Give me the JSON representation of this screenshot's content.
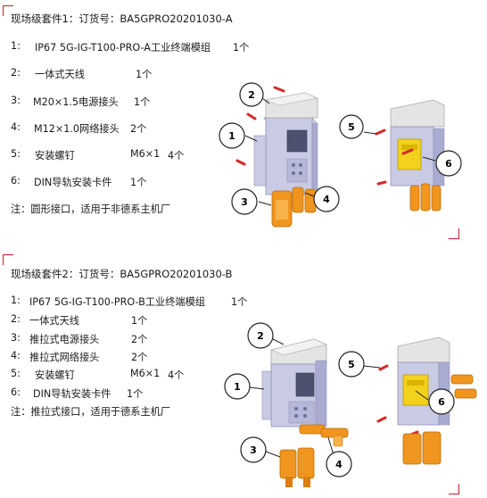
{
  "kit1": {
    "title": "现场级套件1：订货号：BA5GPRO20201030-A",
    "items": [
      {
        "num": "1:",
        "name": "IP67 5G-IG-T100-PRO-A工业终端模组",
        "qty": "1个"
      },
      {
        "num": "2:",
        "name": "一体式天线",
        "qty": "1个"
      },
      {
        "num": "3:",
        "name": "M20×1.5电源接头",
        "qty": "1个"
      },
      {
        "num": "4:",
        "name": "M12×1.0网络接头",
        "qty": "2个"
      },
      {
        "num": "5:",
        "name": "安装螺钉",
        "spec": "M6×1",
        "qty": "4个"
      },
      {
        "num": "6:",
        "name": "DIN导轨安装卡件",
        "qty": "1个"
      }
    ],
    "note": "注：圆形接口，适用于非德系主机厂",
    "callouts": [
      "1",
      "2",
      "3",
      "4",
      "5",
      "6"
    ]
  },
  "kit2": {
    "title": "现场级套件2：订货号：BA5GPRO20201030-B",
    "items": [
      {
        "num": "1:",
        "name": "IP67 5G-IG-T100-PRO-B工业终端模组",
        "qty": "1个"
      },
      {
        "num": "2:",
        "name": "一体式天线",
        "qty": "1个"
      },
      {
        "num": "3:",
        "name": "推拉式电源接头",
        "qty": "2个"
      },
      {
        "num": "4:",
        "name": "推拉式网络接头",
        "qty": "2个"
      },
      {
        "num": "5:",
        "name": "安装螺钉",
        "spec": "M6×1",
        "qty": "4个"
      },
      {
        "num": "6:",
        "name": "DIN导轨安装卡件",
        "qty": "1个"
      }
    ],
    "note": "注：推拉式接口，适用于德系主机厂",
    "callouts": [
      "1",
      "2",
      "3",
      "4",
      "5",
      "6"
    ]
  },
  "colors": {
    "corner_mark": "#c8202a",
    "enclosure": "#c9cbe4",
    "lid": "#e4e4e4",
    "connector": "#f0961e",
    "bracket": "#f2d21c",
    "screw": "#d42a2a"
  }
}
